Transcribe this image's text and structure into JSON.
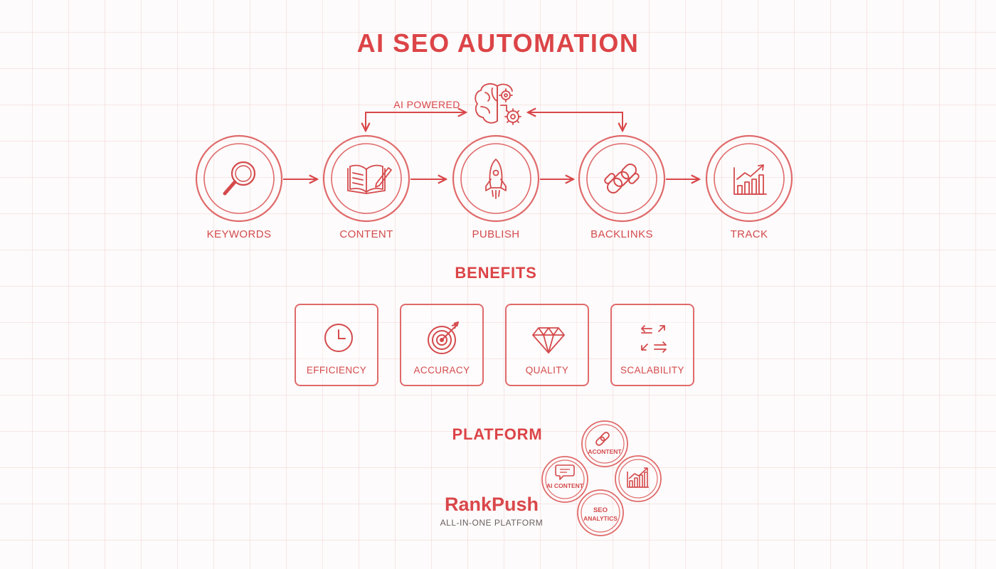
{
  "title": "AI SEO AUTOMATION",
  "ai_powered": {
    "label": "AI POWERED",
    "icon": "brain-gears-icon"
  },
  "workflow": {
    "stages": [
      {
        "label": "KEYWORDS",
        "icon": "magnifier-icon"
      },
      {
        "label": "CONTENT",
        "icon": "open-book-pencil-icon"
      },
      {
        "label": "PUBLISH",
        "icon": "rocket-icon"
      },
      {
        "label": "BACKLINKS",
        "icon": "chain-links-icon"
      },
      {
        "label": "TRACK",
        "icon": "growth-chart-icon"
      }
    ]
  },
  "benefits": {
    "heading": "BENEFITS",
    "items": [
      {
        "label": "EFFICIENCY",
        "icon": "clock-icon"
      },
      {
        "label": "ACCURACY",
        "icon": "target-icon"
      },
      {
        "label": "QUALITY",
        "icon": "diamond-icon"
      },
      {
        "label": "SCALABILITY",
        "icon": "scale-arrows-icon"
      }
    ]
  },
  "platform": {
    "heading": "PLATFORM",
    "brand": "RankPush",
    "tagline": "ALL-IN-ONE PLATFORM",
    "modules": [
      {
        "label": "ACONTENT",
        "icon": "link-icon"
      },
      {
        "label": "",
        "icon": "bar-chart-icon"
      },
      {
        "label": "SEO ANALYTICS",
        "line1": "SEO",
        "line2": "ANALYTICS",
        "icon": ""
      },
      {
        "label": "AI CONTENT",
        "icon": "chat-bubble-icon"
      }
    ]
  },
  "colors": {
    "accent": "#dc4447",
    "line": "#e06a6b",
    "text_dark": "#6a5f5f",
    "grid": "#f3cfcf"
  }
}
